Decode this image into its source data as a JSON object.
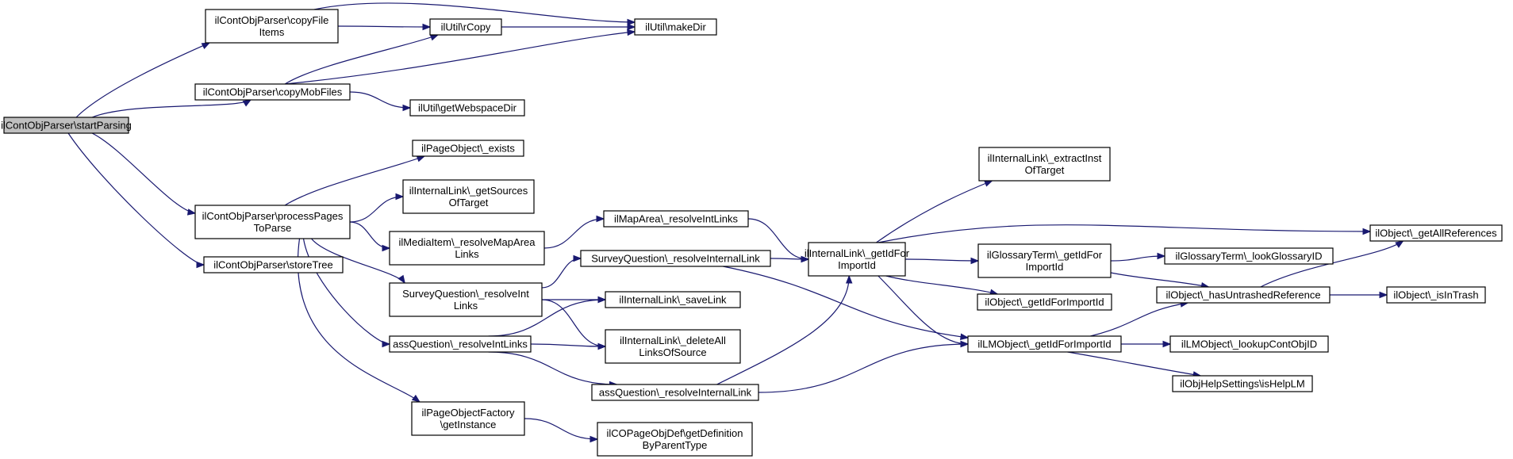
{
  "colors": {
    "edge": "#191970",
    "node_fill": "#ffffff",
    "root_fill": "#bfbfbf",
    "node_border": "#000000"
  },
  "nodes": [
    {
      "id": "startParsing",
      "lines": [
        "ilContObjParser\\startParsing"
      ],
      "root": true
    },
    {
      "id": "copyFileItems",
      "lines": [
        "ilContObjParser\\copyFile",
        "Items"
      ]
    },
    {
      "id": "copyMobFiles",
      "lines": [
        "ilContObjParser\\copyMobFiles"
      ]
    },
    {
      "id": "processPages",
      "lines": [
        "ilContObjParser\\processPages",
        "ToParse"
      ]
    },
    {
      "id": "storeTree",
      "lines": [
        "ilContObjParser\\storeTree"
      ]
    },
    {
      "id": "rCopy",
      "lines": [
        "ilUtil\\rCopy"
      ]
    },
    {
      "id": "makeDir",
      "lines": [
        "ilUtil\\makeDir"
      ]
    },
    {
      "id": "getWebspaceDir",
      "lines": [
        "ilUtil\\getWebspaceDir"
      ]
    },
    {
      "id": "pageExists",
      "lines": [
        "ilPageObject\\_exists"
      ]
    },
    {
      "id": "getSourcesOfTarget",
      "lines": [
        "ilInternalLink\\_getSources",
        "OfTarget"
      ]
    },
    {
      "id": "mediaResolveMapArea",
      "lines": [
        "ilMediaItem\\_resolveMapArea",
        "Links"
      ]
    },
    {
      "id": "surveyResolveIntLinks",
      "lines": [
        "SurveyQuestion\\_resolveInt",
        "Links"
      ]
    },
    {
      "id": "assResolveIntLinks",
      "lines": [
        "assQuestion\\_resolveIntLinks"
      ]
    },
    {
      "id": "pageObjectFactory",
      "lines": [
        "ilPageObjectFactory",
        "\\getInstance"
      ]
    },
    {
      "id": "mapAreaResolve",
      "lines": [
        "ilMapArea\\_resolveIntLinks"
      ]
    },
    {
      "id": "surveyResolveInternal",
      "lines": [
        "SurveyQuestion\\_resolveInternalLink"
      ]
    },
    {
      "id": "saveLink",
      "lines": [
        "ilInternalLink\\_saveLink"
      ]
    },
    {
      "id": "deleteAllLinks",
      "lines": [
        "ilInternalLink\\_deleteAll",
        "LinksOfSource"
      ]
    },
    {
      "id": "assResolveInternal",
      "lines": [
        "assQuestion\\_resolveInternalLink"
      ]
    },
    {
      "id": "copageGetDef",
      "lines": [
        "ilCOPageObjDef\\getDefinition",
        "ByParentType"
      ]
    },
    {
      "id": "getIdForImportId",
      "lines": [
        "ilInternalLink\\_getIdFor",
        "ImportId"
      ]
    },
    {
      "id": "extractInst",
      "lines": [
        "ilInternalLink\\_extractInst",
        "OfTarget"
      ]
    },
    {
      "id": "glossaryGetId",
      "lines": [
        "ilGlossaryTerm\\_getIdFor",
        "ImportId"
      ]
    },
    {
      "id": "objectGetIdForImport",
      "lines": [
        "ilObject\\_getIdForImportId"
      ]
    },
    {
      "id": "lmGetId",
      "lines": [
        "ilLMObject\\_getIdForImportId"
      ]
    },
    {
      "id": "getAllReferences",
      "lines": [
        "ilObject\\_getAllReferences"
      ]
    },
    {
      "id": "lookupGlossaryID",
      "lines": [
        "ilGlossaryTerm\\_lookGlossaryID"
      ]
    },
    {
      "id": "hasUntrashed",
      "lines": [
        "ilObject\\_hasUntrashedReference"
      ]
    },
    {
      "id": "isInTrash",
      "lines": [
        "ilObject\\_isInTrash"
      ]
    },
    {
      "id": "lookupContObjID",
      "lines": [
        "ilLMObject\\_lookupContObjID"
      ]
    },
    {
      "id": "isHelpLM",
      "lines": [
        "ilObjHelpSettings\\isHelpLM"
      ]
    }
  ],
  "edges": [
    [
      "startParsing",
      "copyFileItems"
    ],
    [
      "startParsing",
      "copyMobFiles"
    ],
    [
      "startParsing",
      "processPages"
    ],
    [
      "startParsing",
      "storeTree"
    ],
    [
      "copyFileItems",
      "rCopy"
    ],
    [
      "copyFileItems",
      "makeDir"
    ],
    [
      "rCopy",
      "makeDir"
    ],
    [
      "copyMobFiles",
      "rCopy"
    ],
    [
      "copyMobFiles",
      "makeDir"
    ],
    [
      "copyMobFiles",
      "getWebspaceDir"
    ],
    [
      "processPages",
      "pageExists"
    ],
    [
      "processPages",
      "getSourcesOfTarget"
    ],
    [
      "processPages",
      "mediaResolveMapArea"
    ],
    [
      "processPages",
      "surveyResolveIntLinks"
    ],
    [
      "processPages",
      "assResolveIntLinks"
    ],
    [
      "processPages",
      "pageObjectFactory"
    ],
    [
      "mediaResolveMapArea",
      "mapAreaResolve"
    ],
    [
      "mapAreaResolve",
      "getIdForImportId"
    ],
    [
      "surveyResolveIntLinks",
      "surveyResolveInternal"
    ],
    [
      "surveyResolveIntLinks",
      "saveLink"
    ],
    [
      "surveyResolveIntLinks",
      "deleteAllLinks"
    ],
    [
      "assResolveIntLinks",
      "saveLink"
    ],
    [
      "assResolveIntLinks",
      "deleteAllLinks"
    ],
    [
      "assResolveIntLinks",
      "assResolveInternal"
    ],
    [
      "pageObjectFactory",
      "copageGetDef"
    ],
    [
      "surveyResolveInternal",
      "getIdForImportId"
    ],
    [
      "surveyResolveInternal",
      "lmGetId"
    ],
    [
      "assResolveInternal",
      "getIdForImportId"
    ],
    [
      "assResolveInternal",
      "lmGetId"
    ],
    [
      "getIdForImportId",
      "extractInst"
    ],
    [
      "getIdForImportId",
      "getAllReferences"
    ],
    [
      "getIdForImportId",
      "glossaryGetId"
    ],
    [
      "getIdForImportId",
      "objectGetIdForImport"
    ],
    [
      "getIdForImportId",
      "lmGetId"
    ],
    [
      "glossaryGetId",
      "lookupGlossaryID"
    ],
    [
      "glossaryGetId",
      "hasUntrashed"
    ],
    [
      "lmGetId",
      "hasUntrashed"
    ],
    [
      "lmGetId",
      "lookupContObjID"
    ],
    [
      "lmGetId",
      "isHelpLM"
    ],
    [
      "hasUntrashed",
      "getAllReferences"
    ],
    [
      "hasUntrashed",
      "isInTrash"
    ]
  ]
}
